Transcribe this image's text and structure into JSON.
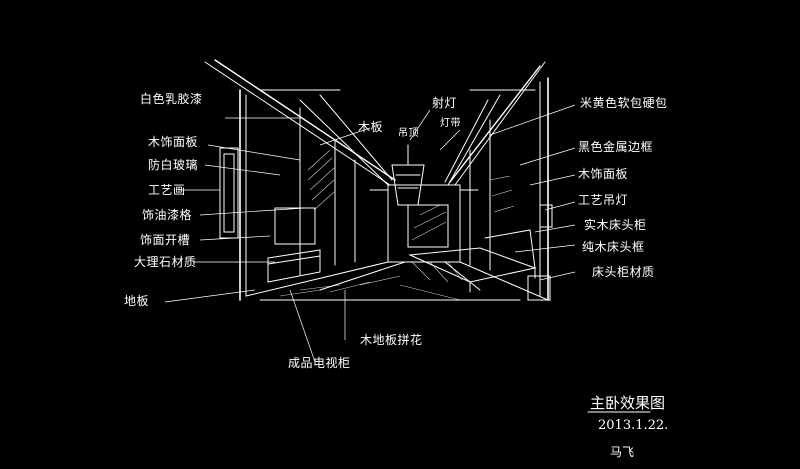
{
  "annotations": {
    "left": [
      "白色乳胶漆",
      "木饰面板",
      "防白玻璃",
      "工艺画",
      "饰油漆格",
      "饰面开槽",
      "大理石材质",
      "地板"
    ],
    "top": [
      "木板",
      "吊顶",
      "灯带",
      "射灯"
    ],
    "right": [
      "米黄色软包硬包",
      "黑色金属边框",
      "木饰面板",
      "工艺吊灯",
      "实木床头柜",
      "纯木床头框",
      "床头柜材质"
    ],
    "bottom": [
      "木地板拼花",
      "成品电视柜"
    ]
  },
  "signature": {
    "title": "主卧效果图",
    "date": "2013.1.22.",
    "author": "马飞"
  },
  "colors": {
    "background": "#000000",
    "ink": "#ffffff"
  }
}
